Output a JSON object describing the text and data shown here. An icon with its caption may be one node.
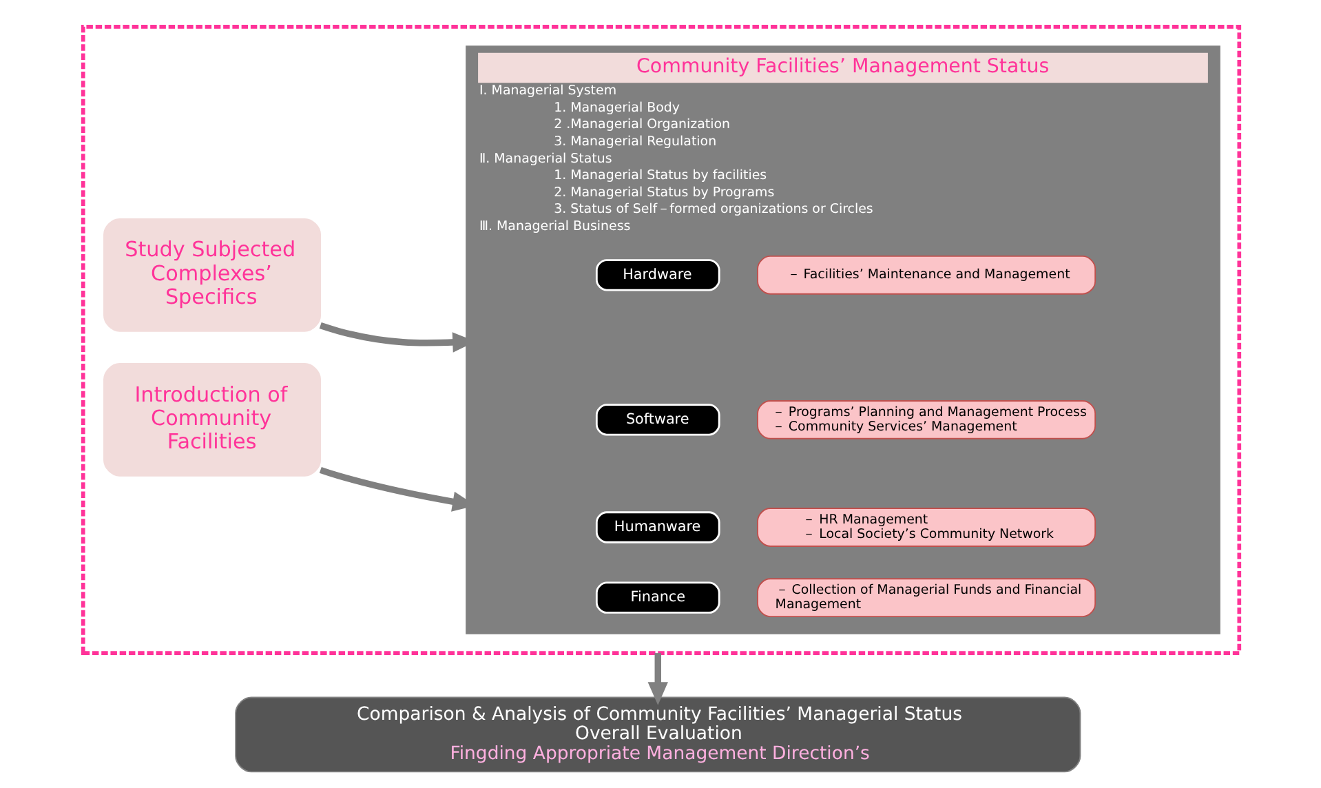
{
  "diagram": {
    "nodes": [
      {
        "text": [],
        "shape": "box"
      },
      {
        "text": [
          "Study Subjected Complexes’ Specifics"
        ],
        "in": 0
      },
      {
        "text": [
          "Introduction of Community Facilities"
        ],
        "in": 0
      },
      {
        "text": [
          "Community Facilities’ Management Status",
          "Ⅰ. Managerial System",
          "1. Managerial Body",
          "2 .Managerial Organization",
          "3. Managerial Regulation",
          "Ⅱ. Managerial Status",
          "1. Managerial Status by facilities",
          "2. Managerial Status by Programs",
          "3. Status of Self－formed organizations or Circles",
          "Ⅲ. Managerial Business"
        ],
        "in": 0
      },
      {
        "text": [
          "Hardware"
        ],
        "in": 3
      },
      {
        "text": [
          "－ Facilities’ Maintenance and Management"
        ],
        "in": 3
      },
      {
        "text": [
          "Software"
        ],
        "in": 3
      },
      {
        "text": [
          "－ Programs’ Planning and Management Process",
          "－ Community Services’ Management"
        ],
        "in": 3
      },
      {
        "text": [
          "Humanware"
        ],
        "in": 3
      },
      {
        "text": [
          "－ HR Management",
          "－ Local Society’s Community Network"
        ],
        "in": 3
      },
      {
        "text": [
          "Finance"
        ],
        "in": 3
      },
      {
        "text": [
          "－ Collection of Managerial Funds and Financial Management"
        ],
        "in": 3
      },
      {
        "text": [
          "Comparison & Analysis of Community Facilities’ Managerial Status",
          "Overall Evaluation",
          "Fingding Appropriate Management Direction’s"
        ]
      }
    ],
    "edges": [
      {
        "from": 1,
        "to": 3,
        "arrow": "to"
      },
      {
        "from": 2,
        "to": 3,
        "arrow": "to"
      },
      {
        "from": 0,
        "to": 12,
        "arrow": "to"
      }
    ]
  }
}
